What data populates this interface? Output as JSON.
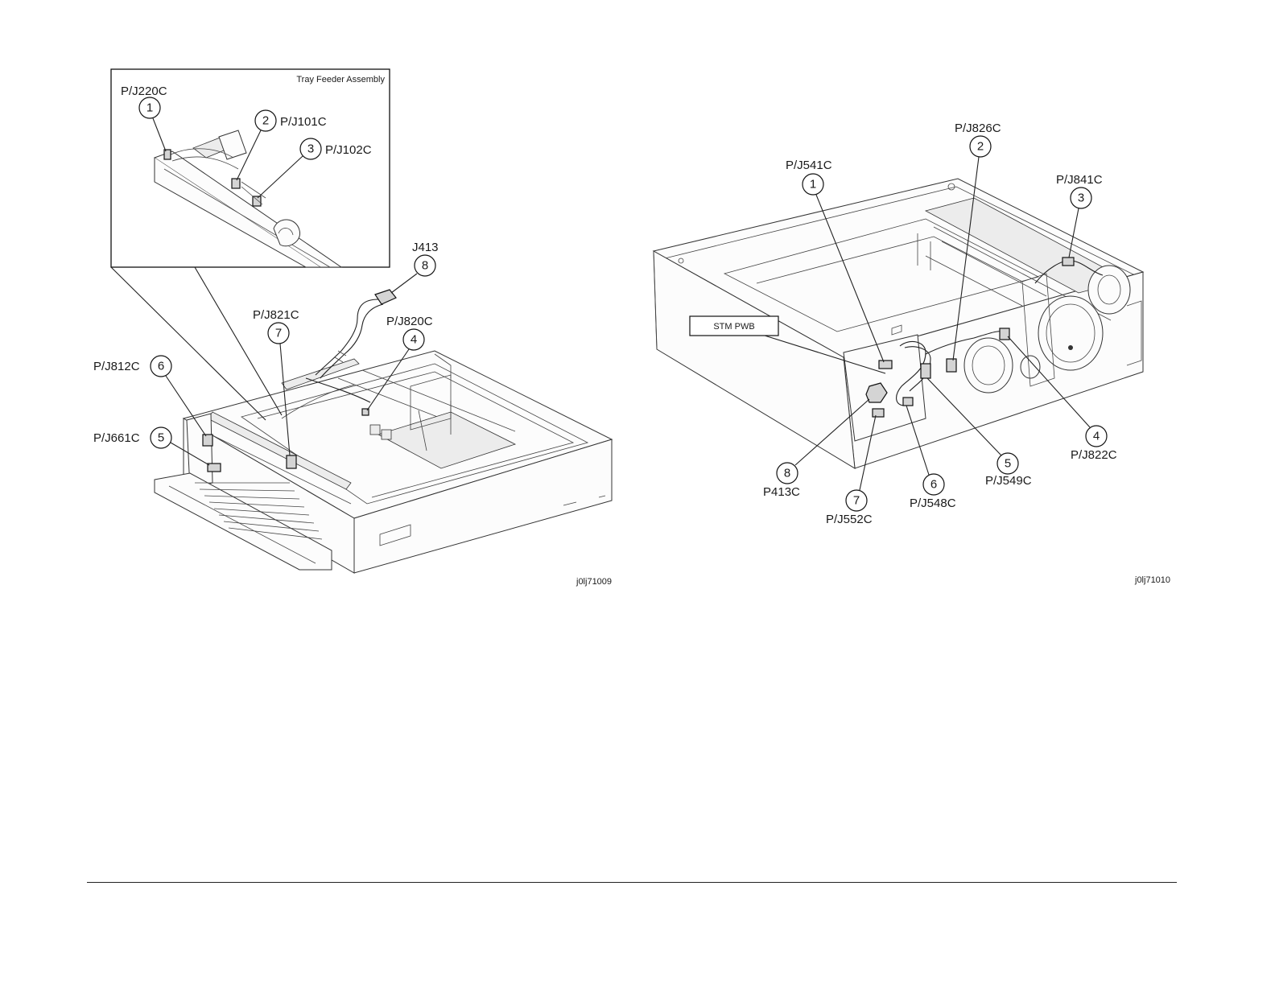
{
  "left_figure": {
    "inset_title": "Tray Feeder Assembly",
    "figure_id": "j0lj71009",
    "callouts": [
      {
        "number": "1",
        "label": "P/J220C"
      },
      {
        "number": "2",
        "label": "P/J101C"
      },
      {
        "number": "3",
        "label": "P/J102C"
      },
      {
        "number": "4",
        "label": "P/J820C"
      },
      {
        "number": "5",
        "label": "P/J661C"
      },
      {
        "number": "6",
        "label": "P/J812C"
      },
      {
        "number": "7",
        "label": "P/J821C"
      },
      {
        "number": "8",
        "label": "J413"
      }
    ]
  },
  "right_figure": {
    "board_label": "STM PWB",
    "figure_id": "j0lj71010",
    "callouts": [
      {
        "number": "1",
        "label": "P/J541C"
      },
      {
        "number": "2",
        "label": "P/J826C"
      },
      {
        "number": "3",
        "label": "P/J841C"
      },
      {
        "number": "4",
        "label": "P/J822C"
      },
      {
        "number": "5",
        "label": "P/J549C"
      },
      {
        "number": "6",
        "label": "P/J548C"
      },
      {
        "number": "7",
        "label": "P/J552C"
      },
      {
        "number": "8",
        "label": "P413C"
      }
    ]
  }
}
